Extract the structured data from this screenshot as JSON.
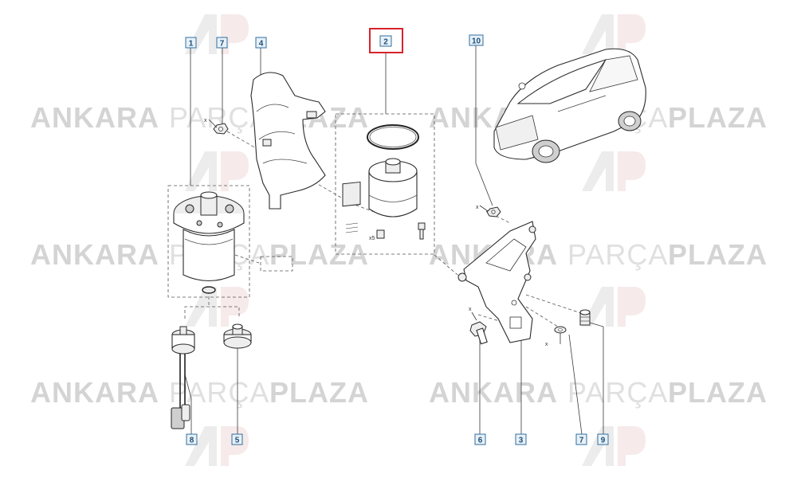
{
  "watermark": {
    "brand_bold_1": "ANKARA",
    "brand_light": "PARÇA",
    "brand_bold_2": "PLAZA"
  },
  "callouts": {
    "c1": "1",
    "c7_top": "7",
    "c4": "4",
    "c2": "2",
    "c10": "10",
    "c8": "8",
    "c5": "5",
    "c6": "6",
    "c3": "3",
    "c7_bottom": "7",
    "c9": "9"
  },
  "annotations": {
    "qty_x5": "x5",
    "x_mark_left": "x",
    "x_mark_right": "x",
    "x_mark_bolt": "x",
    "x_mark_washer": "x"
  },
  "colors": {
    "highlight": "#d8232a",
    "callout_border": "#2f6f9f",
    "watermark": "#d4d4d4"
  }
}
